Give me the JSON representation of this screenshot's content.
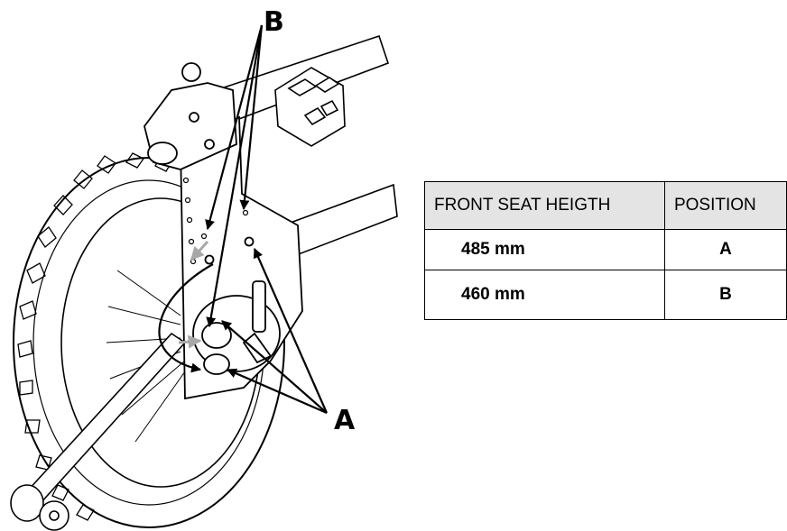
{
  "labels": {
    "b": "B",
    "a": "A"
  },
  "table": {
    "headers": [
      "FRONT SEAT HEIGTH",
      "POSITION"
    ],
    "rows": [
      {
        "height": "485 mm",
        "position": "A"
      },
      {
        "height": "460 mm",
        "position": "B"
      }
    ]
  },
  "colors": {
    "line": "#000000",
    "gray_arrow": "#a8a8a8",
    "header_bg": "#e4e4e4"
  }
}
